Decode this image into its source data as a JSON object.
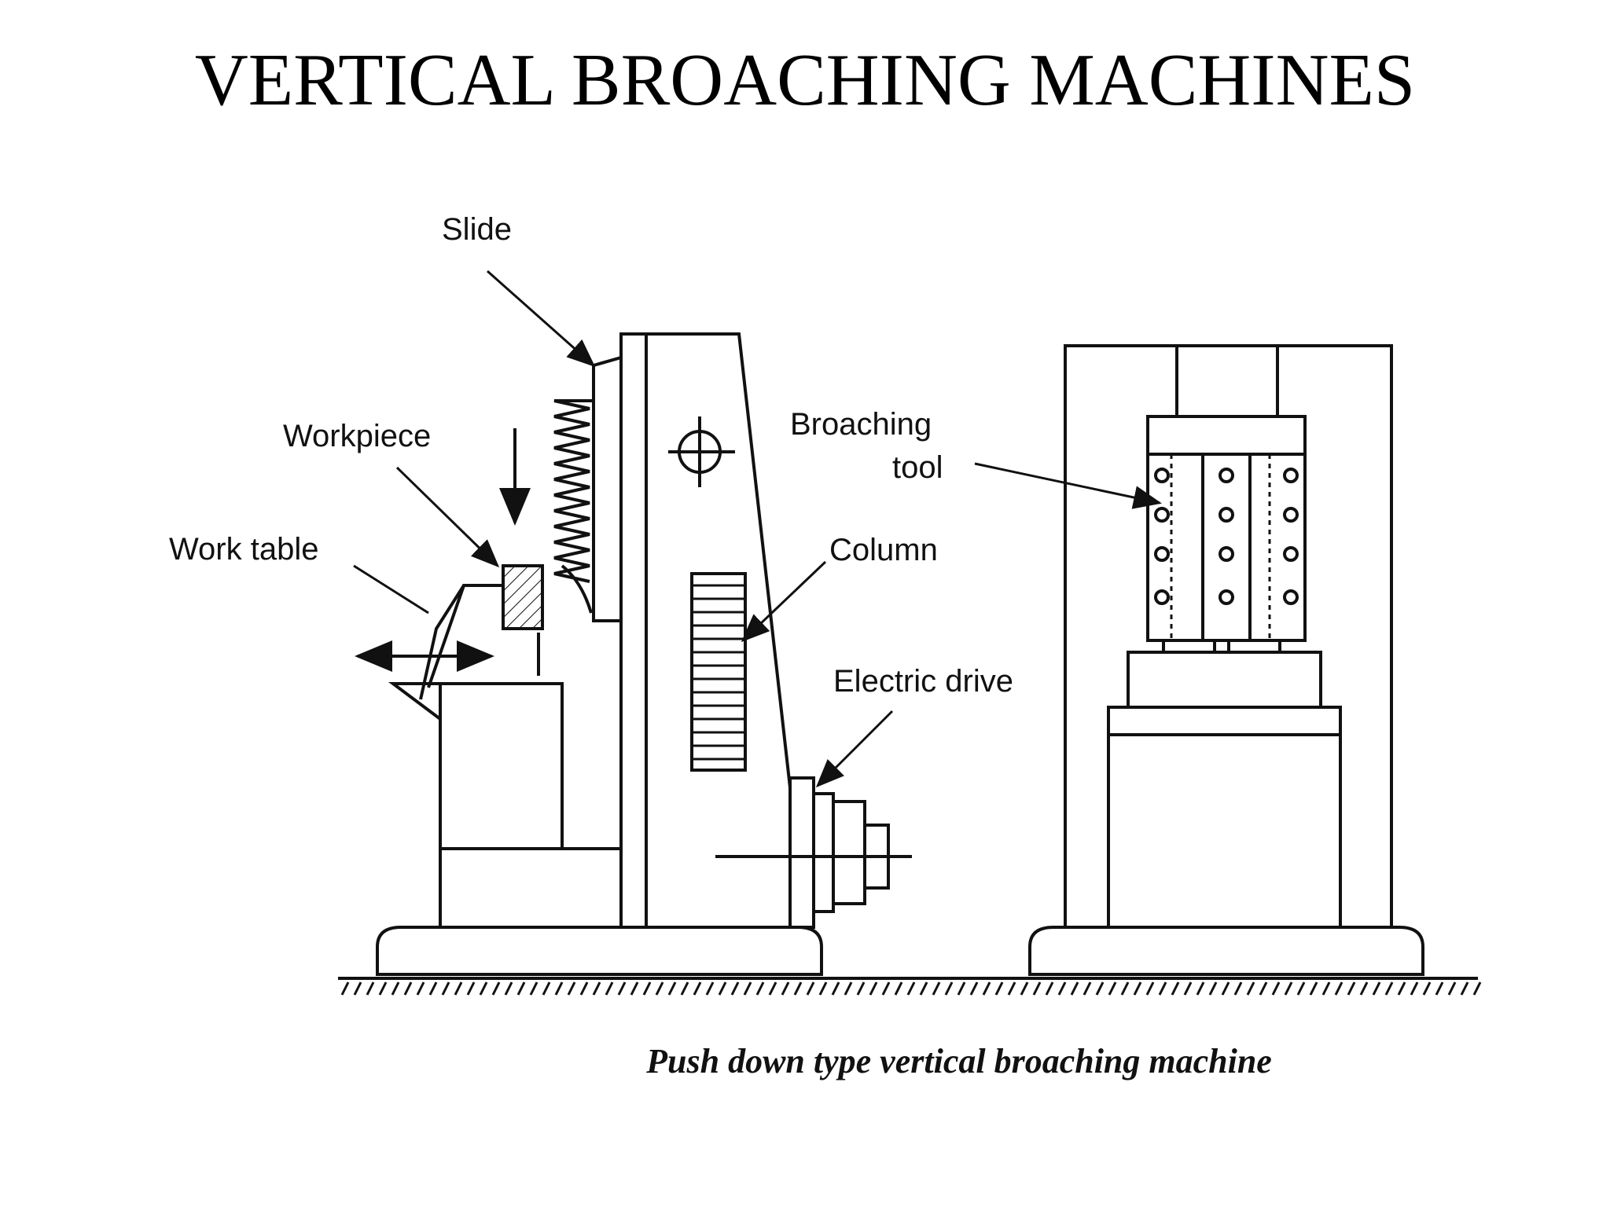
{
  "title": "VERTICAL BROACHING MACHINES",
  "labels": {
    "slide": "Slide",
    "workpiece": "Workpiece",
    "work_table": "Work table",
    "broaching_tool_1": "Broaching",
    "broaching_tool_2": "tool",
    "column": "Column",
    "electric_drive": "Electric drive"
  },
  "caption": "Push down type vertical broaching machine"
}
